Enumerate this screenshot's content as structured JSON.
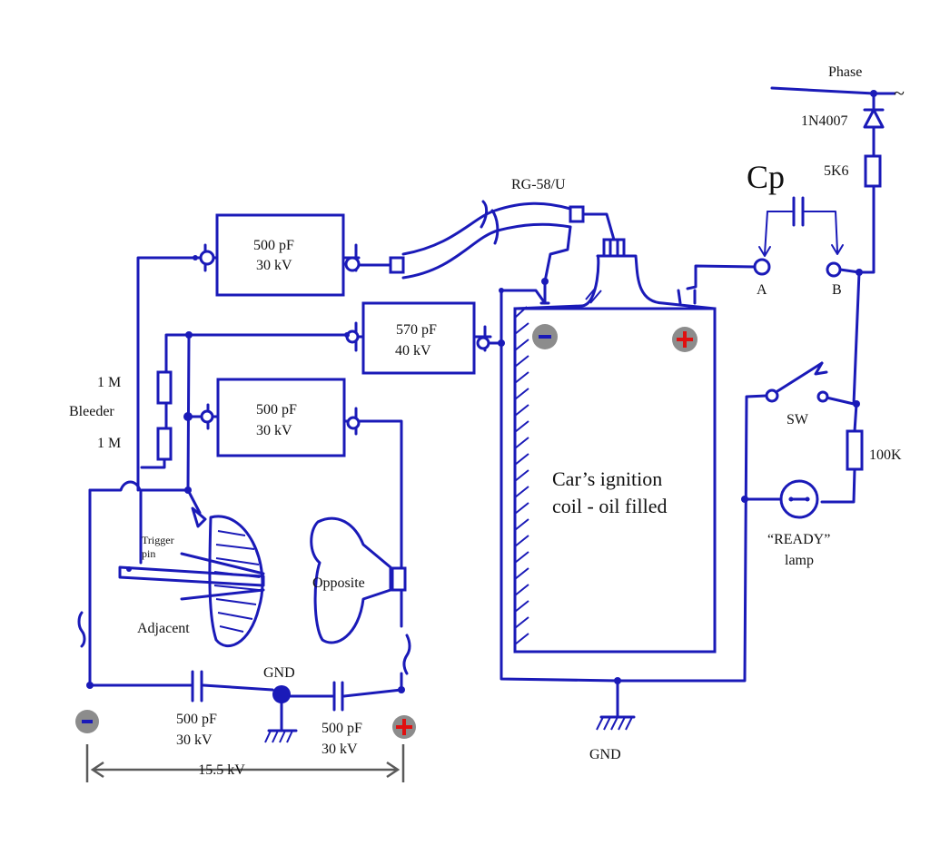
{
  "labels": {
    "phase": "Phase",
    "ac_symbol": "~",
    "diode": "1N4007",
    "resistor_5k6": "5K6",
    "cp": "Cp",
    "coax": "RG-58/U",
    "point_a": "A",
    "point_b": "B",
    "sw": "SW",
    "r_100k": "100K",
    "ready_lamp_line1": "“READY”",
    "ready_lamp_line2": "lamp",
    "coil_line1": "Car’s ignition",
    "coil_line2": "coil - oil filled",
    "gnd_right": "GND",
    "gnd_center": "GND",
    "bleeder": "Bleeder",
    "r_1m_top": "1 M",
    "r_1m_bottom": "1 M",
    "trigger_line1": "Trigger",
    "trigger_line2": "pin",
    "adjacent": "Adjacent",
    "opposite": "Opposite",
    "voltage_span": "15.5 kV",
    "minus_sign": "-",
    "plus_sign": "+"
  },
  "capacitors": {
    "top": {
      "value": "500 pF",
      "voltage": "30 kV"
    },
    "middle": {
      "value": "570 pF",
      "voltage": "40 kV"
    },
    "lower": {
      "value": "500 pF",
      "voltage": "30 kV"
    },
    "bottom_left": {
      "value": "500 pF",
      "voltage": "30 kV"
    },
    "bottom_right": {
      "value": "500 pF",
      "voltage": "30 kV"
    }
  },
  "colors": {
    "wire": "#1a1ab8",
    "terminal_marker": "#8c8c8c",
    "minus": "#1a1ab8",
    "plus": "#e01010",
    "dimension": "#5a5a5a"
  }
}
